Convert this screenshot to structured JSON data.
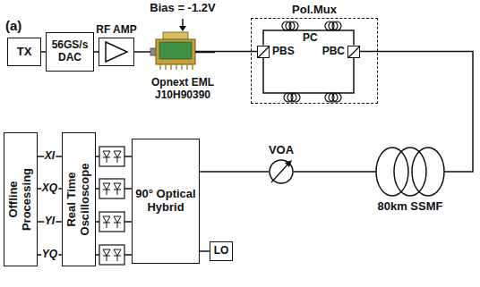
{
  "diagram": {
    "nodes": [
      {
        "text": [
          "TX"
        ]
      },
      {
        "text": [
          "56GS/s DAC"
        ]
      },
      {
        "text": [
          "RF AMP"
        ]
      },
      {
        "text": [
          "Opnext EML J10H90390"
        ]
      },
      {
        "text": [
          "Pol.Mux"
        ]
      },
      {
        "text": [
          "PBS"
        ],
        "in": 4
      },
      {
        "text": [
          "PBC"
        ],
        "in": 4
      },
      {
        "text": [
          "Offline Processing"
        ]
      },
      {
        "text": [
          "Real Time Oscilloscope"
        ]
      },
      {
        "text": [
          "90° Optical Hybrid"
        ]
      },
      {
        "text": [
          "LO"
        ]
      },
      {
        "text": [
          "VOA"
        ]
      },
      {
        "text": [
          "80km SSMF"
        ]
      }
    ],
    "edges": [
      {
        "from": 0,
        "to": 1,
        "arrow": "none"
      },
      {
        "from": 1,
        "to": 2,
        "arrow": "none"
      },
      {
        "from": 2,
        "to": 3,
        "arrow": "none"
      },
      {
        "from": 3,
        "to": 5,
        "arrow": "none"
      },
      {
        "from": 5,
        "to": 6,
        "arrow": "none"
      },
      {
        "from": 5,
        "to": 6,
        "arrow": "none"
      },
      {
        "from": 6,
        "to": 12,
        "arrow": "none"
      },
      {
        "from": 12,
        "to": 11,
        "arrow": "none"
      },
      {
        "from": 11,
        "to": 9,
        "arrow": "none"
      },
      {
        "from": 10,
        "to": 9,
        "arrow": "none"
      },
      {
        "from": 9,
        "to": 8,
        "arrow": "none"
      },
      {
        "from": 9,
        "to": 8,
        "arrow": "none"
      },
      {
        "from": 9,
        "to": 8,
        "arrow": "none"
      },
      {
        "from": 9,
        "to": 8,
        "arrow": "none"
      },
      {
        "from": 8,
        "to": 7,
        "label": "XI",
        "arrow": "none"
      },
      {
        "from": 8,
        "to": 7,
        "label": "XQ",
        "arrow": "none"
      },
      {
        "from": 8,
        "to": 7,
        "label": "YI",
        "arrow": "none"
      },
      {
        "from": 8,
        "to": 7,
        "label": "YQ",
        "arrow": "none"
      }
    ],
    "labels": [
      "(a)",
      "Bias = -1.2V",
      "PC"
    ]
  }
}
